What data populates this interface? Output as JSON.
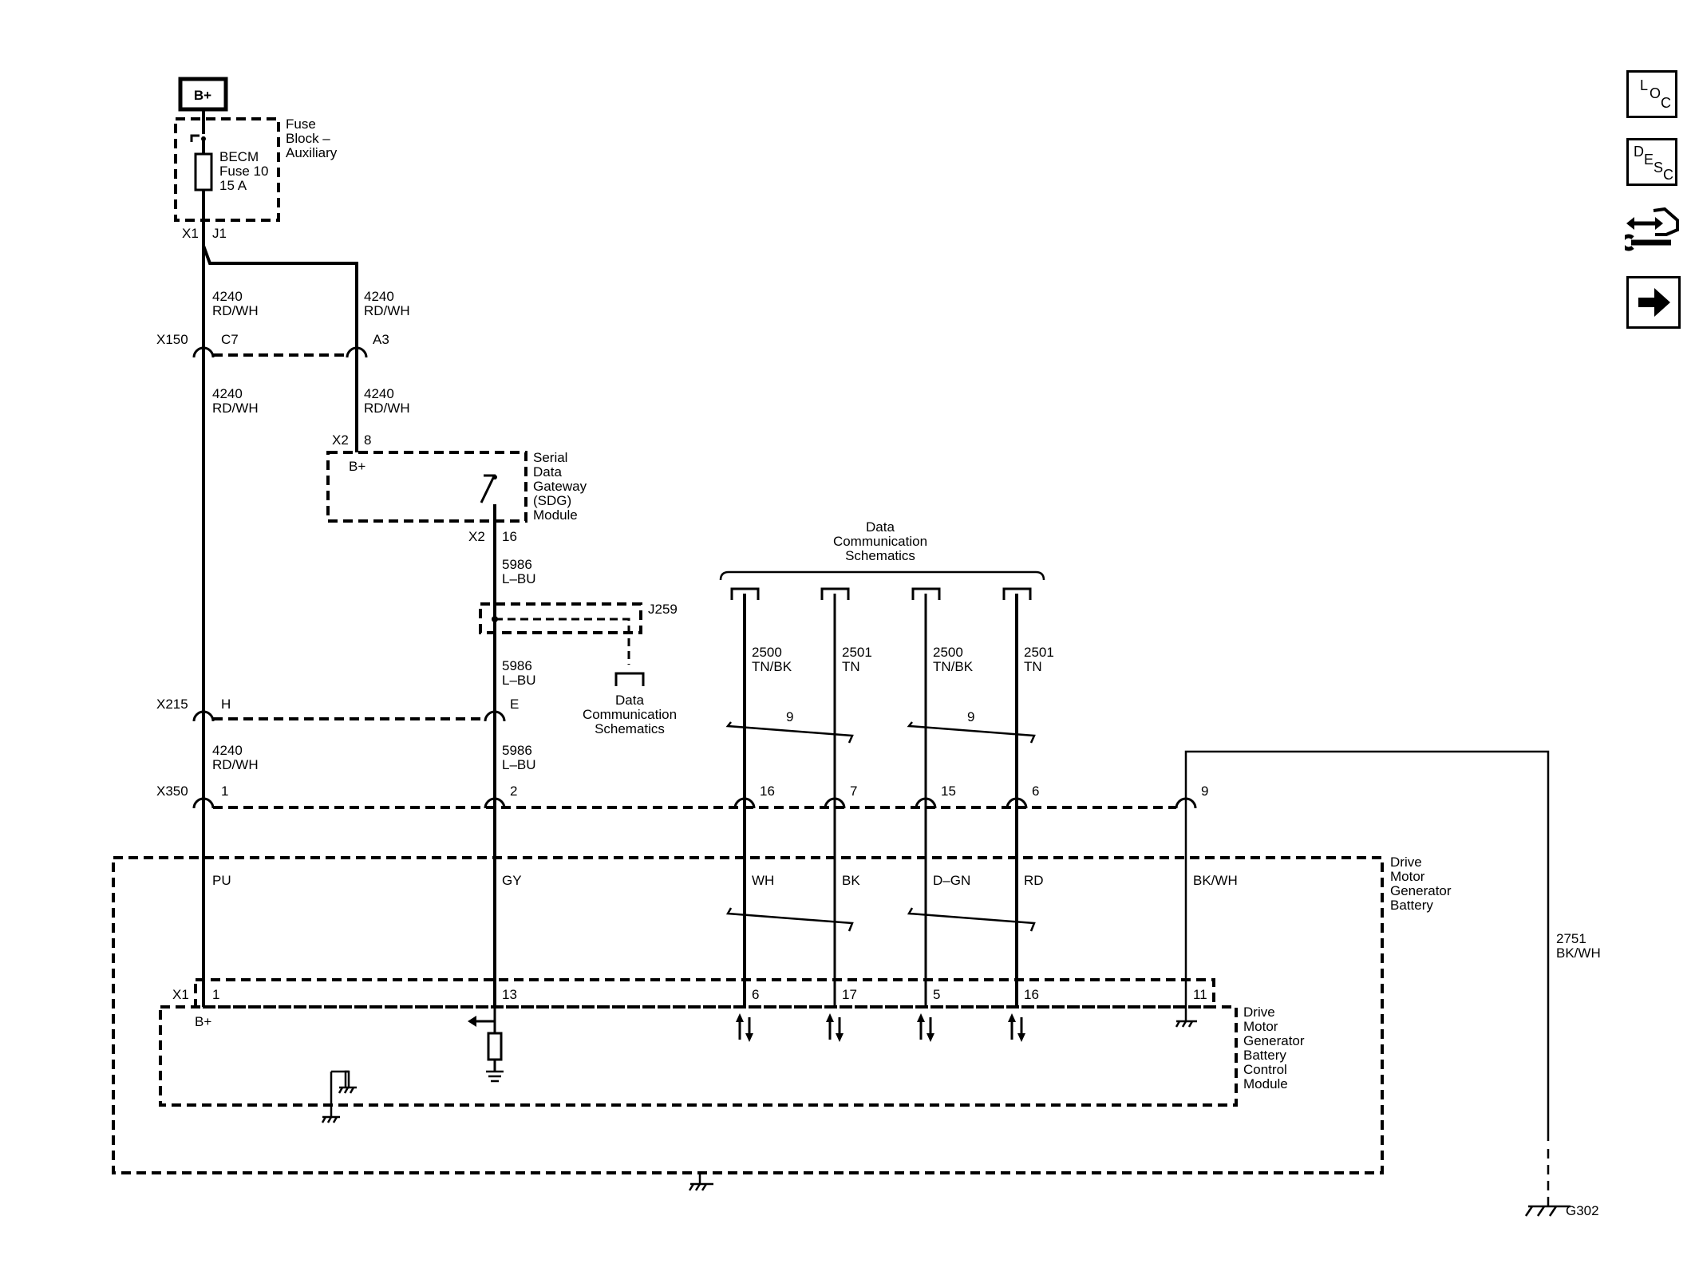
{
  "power": {
    "label": "B+"
  },
  "fuse_block": {
    "title": [
      "Fuse",
      "Block –",
      "Auxiliary"
    ],
    "fuse": [
      "BECM",
      "Fuse 10",
      "15 A"
    ],
    "pins": [
      "X1",
      "J1"
    ]
  },
  "wires": {
    "w4240": [
      "4240",
      "RD/WH"
    ],
    "w5986": [
      "5986",
      "L–BU"
    ],
    "c1": [
      "2500",
      "TN/BK"
    ],
    "c2": [
      "2501",
      "TN"
    ],
    "c3": [
      "2500",
      "TN/BK"
    ],
    "c4": [
      "2501",
      "TN"
    ],
    "w2751": [
      "2751",
      "BK/WH"
    ]
  },
  "connectors": {
    "x150": {
      "name": "X150",
      "left": "C7",
      "right": "A3"
    },
    "x2_top": {
      "name": "X2",
      "pin": "8"
    },
    "x2_bot": {
      "name": "X2",
      "pin": "16"
    },
    "x215": {
      "name": "X215",
      "left": "H",
      "right": "E"
    },
    "x350": {
      "name": "X350",
      "pins": [
        "1",
        "2",
        "16",
        "7",
        "15",
        "6",
        "9"
      ]
    },
    "x1": {
      "name": "X1",
      "pins": [
        "1",
        "13",
        "6",
        "17",
        "5",
        "16",
        "11"
      ]
    },
    "j259": "J259"
  },
  "sdg_module": {
    "b_plus": "B+",
    "title": [
      "Serial",
      "Data",
      "Gateway",
      "(SDG)",
      "Module"
    ]
  },
  "data_comm_top": [
    "Data",
    "Communication",
    "Schematics"
  ],
  "data_comm_j259": [
    "Data",
    "Communication",
    "Schematics"
  ],
  "twist_count": "9",
  "battery_colors": [
    "PU",
    "GY",
    "WH",
    "BK",
    "D–GN",
    "RD",
    "BK/WH"
  ],
  "drive_motor_battery": [
    "Drive",
    "Motor",
    "Generator",
    "Battery"
  ],
  "control_module": {
    "b_plus": "B+",
    "title": [
      "Drive",
      "Motor",
      "Generator",
      "Battery",
      "Control",
      "Module"
    ]
  },
  "ground": "G302",
  "nav": {
    "loc": [
      "L",
      "O",
      "C"
    ],
    "desc": [
      "D",
      "E",
      "S",
      "C"
    ],
    "icons": [
      "connector-view-icon",
      "next-arrow-icon"
    ]
  }
}
